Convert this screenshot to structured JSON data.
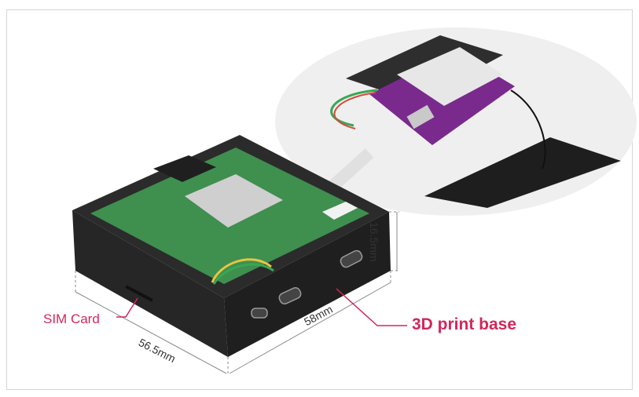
{
  "labels": {
    "sim_card": "SIM Card",
    "print_base": "3D print base",
    "dim_depth": "56.5mm",
    "dim_width": "58mm",
    "dim_height": "16.5mm"
  },
  "colors": {
    "accent": "#d2275a",
    "case": "#2b2b2b",
    "board_green": "#3f8f4f",
    "module_purple": "#7a2a8c",
    "dim_line": "#8a8a8a"
  }
}
